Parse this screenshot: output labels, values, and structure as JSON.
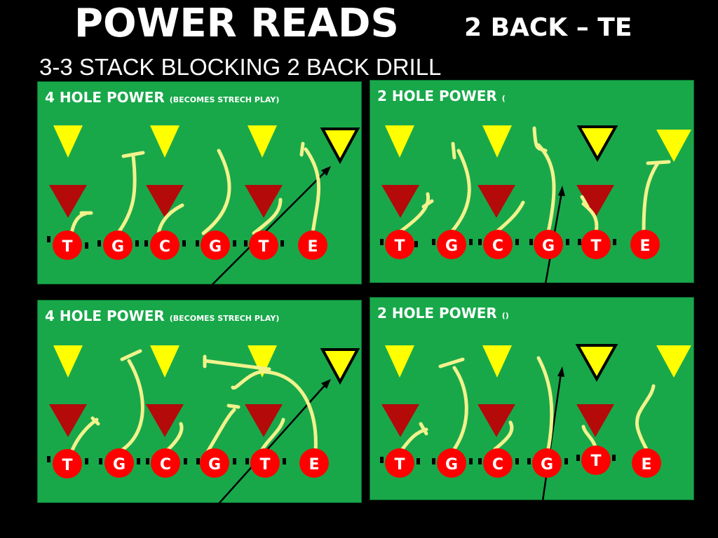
{
  "header": {
    "title": "POWER READS",
    "side_title": "2 BACK – TE",
    "subtitle": "3-3 STACK BLOCKING 2 BACK DRILL"
  },
  "colors": {
    "field": "#18a84a",
    "linebacker": "#ffff00",
    "lineman_defense": "#b40a0a",
    "offense": "#ff0000",
    "route": "#f2f28c",
    "ball_carrier_path": "#000000"
  },
  "panels": [
    {
      "title": "4 HOLE POWER",
      "note": "(BECOMES STRECH PLAY)",
      "players": [
        "T",
        "G",
        "C",
        "G",
        "T",
        "E"
      ]
    },
    {
      "title": "2 HOLE POWER",
      "note": "(",
      "players": [
        "T",
        "G",
        "C",
        "G",
        "T",
        "E"
      ]
    },
    {
      "title": "4 HOLE POWER",
      "note": "(BECOMES STRECH PLAY)",
      "players": [
        "T",
        "G",
        "C",
        "G",
        "T",
        "E"
      ]
    },
    {
      "title": "2 HOLE POWER",
      "note": "()",
      "players": [
        "T",
        "G",
        "C",
        "G",
        "T",
        "E"
      ]
    }
  ]
}
